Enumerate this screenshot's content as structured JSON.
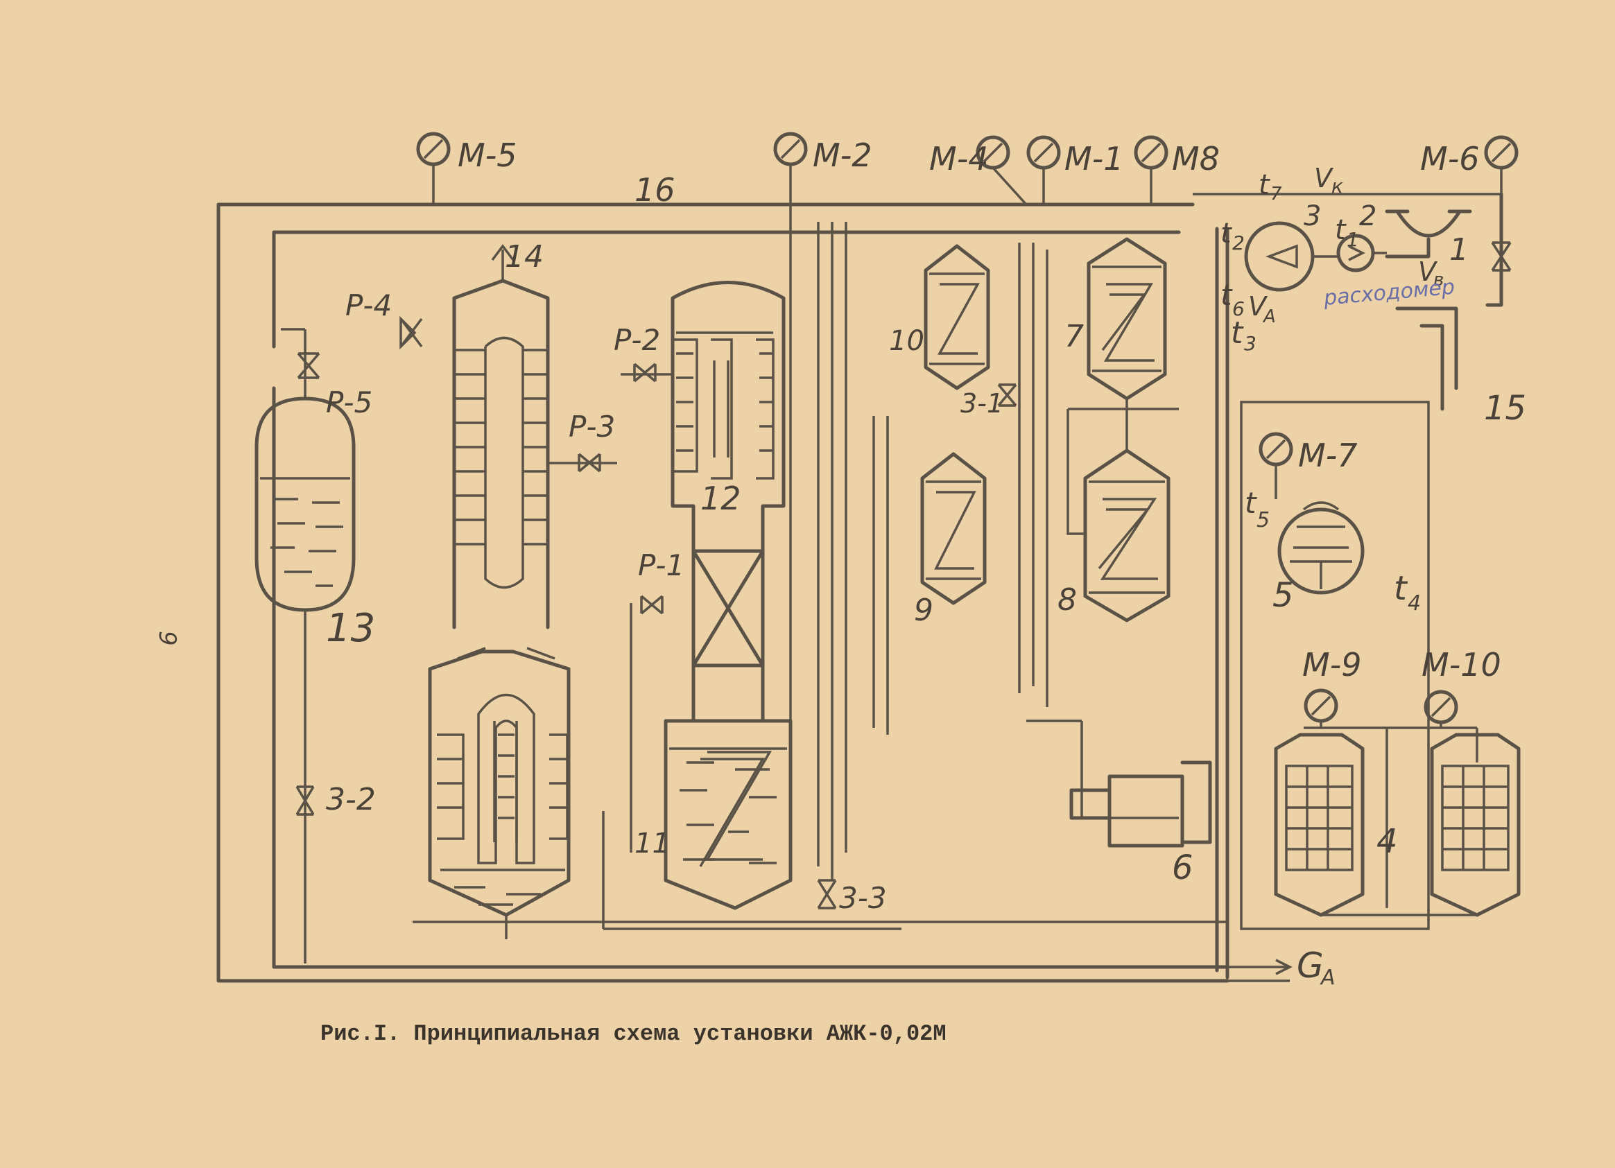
{
  "caption": "Рис.I. Принципиальная схема установки АЖК-0,02М",
  "page_number": "9",
  "gauges": {
    "m5": "М-5",
    "m2": "М-2",
    "m4": "М-4",
    "m1": "М-1",
    "m8": "М8",
    "m6": "М-6",
    "m7": "М-7",
    "m9": "М-9",
    "m10": "М-10"
  },
  "valves": {
    "p4": "Р-4",
    "p5": "Р-5",
    "p2": "Р-2",
    "p3": "Р-3",
    "p1": "Р-1",
    "z1": "3-1",
    "z2": "3-2",
    "z3": "3-3"
  },
  "units": {
    "u1": "1",
    "u2": "2",
    "u3": "3",
    "u4": "4",
    "u5": "5",
    "u6": "6",
    "u7": "7",
    "u8": "8",
    "u9": "9",
    "u10": "10",
    "u11": "11",
    "u12": "12",
    "u13": "13",
    "u14": "14",
    "u15": "15",
    "u16": "16"
  },
  "symbols": {
    "t1": "t",
    "t1s": "1",
    "t2": "t",
    "t2s": "2",
    "t3": "t",
    "t3s": "3",
    "t4": "t",
    "t4s": "4",
    "t5": "t",
    "t5s": "5",
    "t6": "t",
    "t6s": "6",
    "t7": "t",
    "t7s": "7",
    "vk": "V",
    "vks": "к",
    "vb": "V",
    "vbs": "в",
    "va": "V",
    "vas": "А",
    "ga": "G",
    "gas": "А"
  },
  "pencil_note": "расходомер",
  "colors": {
    "paper": "#ecd2a6",
    "ink": "#5a5247",
    "pencil": "#6a6ea8"
  }
}
